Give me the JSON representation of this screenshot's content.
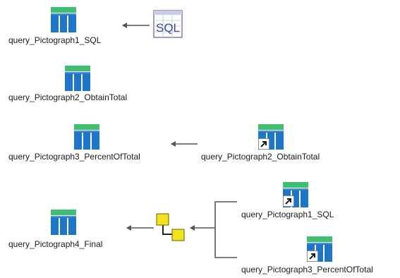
{
  "nodes": [
    {
      "id": "q1",
      "label": "query_Pictograph1_SQL",
      "icon": "table-query-icon"
    },
    {
      "id": "sql",
      "icon": "sql-source-icon",
      "icon_text": "SQL"
    },
    {
      "id": "q2",
      "label": "query_Pictograph2_ObtainTotal",
      "icon": "table-query-icon"
    },
    {
      "id": "q3",
      "label": "query_Pictograph3_PercentOfTotal",
      "icon": "table-query-icon"
    },
    {
      "id": "ref_q2",
      "label": "query_Pictograph2_ObtainTotal",
      "icon": "table-query-shortcut-icon"
    },
    {
      "id": "ref_q1",
      "label": "query_Pictograph1_SQL",
      "icon": "table-query-shortcut-icon"
    },
    {
      "id": "ref_q3",
      "label": "query_Pictograph3_PercentOfTotal",
      "icon": "table-query-shortcut-icon"
    },
    {
      "id": "q4",
      "label": "query_Pictograph4_Final",
      "icon": "table-query-icon"
    },
    {
      "id": "join",
      "icon": "merge-join-icon"
    }
  ],
  "colors": {
    "table_header": "#3fbf6f",
    "table_body": "#1e76c9",
    "table_column_divider": "#ffffff",
    "sql_border": "#7a7fa8",
    "sql_text": "#3a4aa0",
    "join_fill": "#f2e21c",
    "join_border": "#6b6000",
    "arrow": "#555555",
    "shortcut_arrow_bg": "#ffffff",
    "shortcut_arrow": "#1a1a1a"
  }
}
